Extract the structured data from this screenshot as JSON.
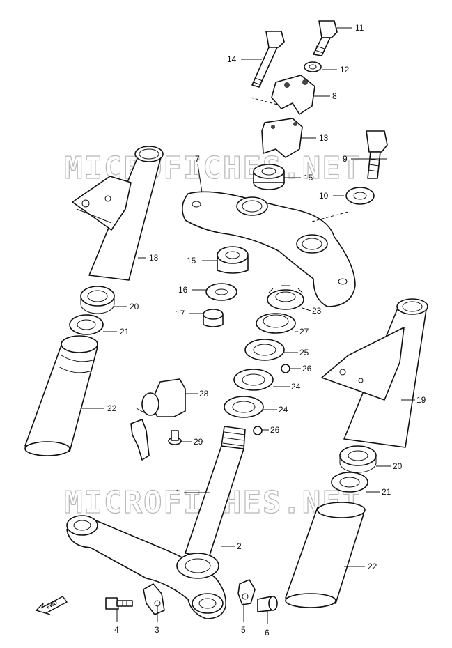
{
  "watermark": {
    "text_1": "MICROFICHES.NET",
    "text_2": "MICROFICHES.NET"
  },
  "direction_badge": {
    "label": "FWD"
  },
  "callouts": [
    {
      "id": "c1",
      "number": "1"
    },
    {
      "id": "c2",
      "number": "2"
    },
    {
      "id": "c3",
      "number": "3"
    },
    {
      "id": "c4",
      "number": "4"
    },
    {
      "id": "c5",
      "number": "5"
    },
    {
      "id": "c6",
      "number": "6"
    },
    {
      "id": "c7",
      "number": "7"
    },
    {
      "id": "c8",
      "number": "8"
    },
    {
      "id": "c9",
      "number": "9"
    },
    {
      "id": "c10",
      "number": "10"
    },
    {
      "id": "c11",
      "number": "11"
    },
    {
      "id": "c12",
      "number": "12"
    },
    {
      "id": "c13",
      "number": "13"
    },
    {
      "id": "c14",
      "number": "14"
    },
    {
      "id": "c15a",
      "number": "15"
    },
    {
      "id": "c15b",
      "number": "15"
    },
    {
      "id": "c16",
      "number": "16"
    },
    {
      "id": "c17",
      "number": "17"
    },
    {
      "id": "c18",
      "number": "18"
    },
    {
      "id": "c19",
      "number": "19"
    },
    {
      "id": "c20a",
      "number": "20"
    },
    {
      "id": "c20b",
      "number": "20"
    },
    {
      "id": "c21a",
      "number": "21"
    },
    {
      "id": "c21b",
      "number": "21"
    },
    {
      "id": "c22a",
      "number": "22"
    },
    {
      "id": "c22b",
      "number": "22"
    },
    {
      "id": "c23",
      "number": "23"
    },
    {
      "id": "c24a",
      "number": "24"
    },
    {
      "id": "c24b",
      "number": "24"
    },
    {
      "id": "c25",
      "number": "25"
    },
    {
      "id": "c26a",
      "number": "26"
    },
    {
      "id": "c26b",
      "number": "26"
    },
    {
      "id": "c27",
      "number": "27"
    },
    {
      "id": "c28",
      "number": "28"
    },
    {
      "id": "c29",
      "number": "29"
    }
  ]
}
